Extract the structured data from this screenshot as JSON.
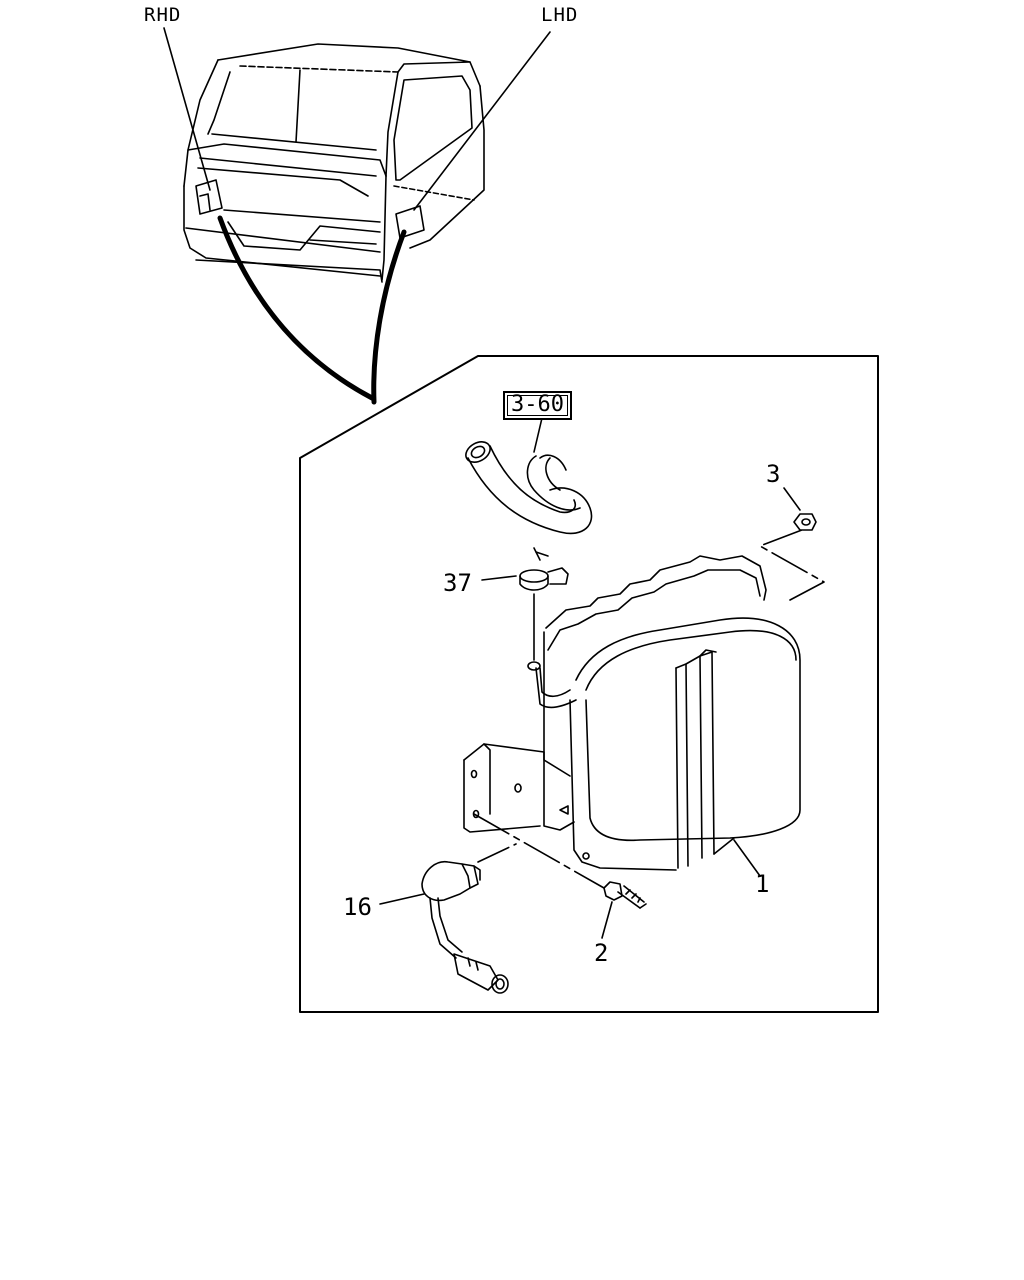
{
  "variants": {
    "rhd": "RHD",
    "lhd": "LHD"
  },
  "reference": "3-60",
  "callouts": {
    "tank": "1",
    "bolt": "2",
    "nut": "3",
    "sensor": "16",
    "clip": "37"
  }
}
